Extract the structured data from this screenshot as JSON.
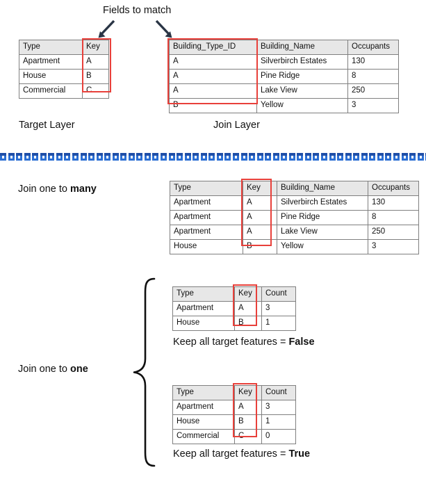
{
  "diagram": {
    "title_note": "Fields to match",
    "target_layer_label": "Target Layer",
    "join_layer_label": "Join Layer",
    "join_many_label_prefix": "Join one to ",
    "join_many_label_strong": "many",
    "join_one_label_prefix": "Join one to ",
    "join_one_label_strong": "one",
    "keep_false_prefix": "Keep all target features = ",
    "keep_false_strong": "False",
    "keep_true_prefix": "Keep all target features = ",
    "keep_true_strong": "True"
  },
  "colors": {
    "highlight": "#e8403a",
    "header_fill": "#e7e7e7",
    "border": "#7f7f7f",
    "arrow": "#2a3545",
    "divider_dark": "#1f4fa8",
    "divider_light": "#2b6fd4"
  },
  "icons": {
    "arrow_left": "arrow-down-left-icon",
    "arrow_right": "arrow-down-right-icon",
    "brace": "curly-brace-icon",
    "divider": "decorative-divider-icon"
  },
  "target_table": {
    "name": "Target Layer",
    "headers": [
      "Type",
      "Key"
    ],
    "rows": [
      [
        "Apartment",
        "A"
      ],
      [
        "House",
        "B"
      ],
      [
        "Commercial",
        "C"
      ]
    ],
    "highlight_column": "Key"
  },
  "join_table": {
    "name": "Join Layer",
    "headers": [
      "Building_Type_ID",
      "Building_Name",
      "Occupants"
    ],
    "rows": [
      [
        "A",
        "Silverbirch Estates",
        "130"
      ],
      [
        "A",
        "Pine Ridge",
        "8"
      ],
      [
        "A",
        "Lake View",
        "250"
      ],
      [
        "B",
        "Yellow",
        "3"
      ]
    ],
    "highlight_column": "Building_Type_ID"
  },
  "one_to_many_table": {
    "headers": [
      "Type",
      "Key",
      "Building_Name",
      "Occupants"
    ],
    "rows": [
      [
        "Apartment",
        "A",
        "Silverbirch Estates",
        "130"
      ],
      [
        "Apartment",
        "A",
        "Pine Ridge",
        "8"
      ],
      [
        "Apartment",
        "A",
        "Lake View",
        "250"
      ],
      [
        "House",
        "B",
        "Yellow",
        "3"
      ]
    ],
    "highlight_column": "Key"
  },
  "one_to_one_false_table": {
    "headers": [
      "Type",
      "Key",
      "Count"
    ],
    "rows": [
      [
        "Apartment",
        "A",
        "3"
      ],
      [
        "House",
        "B",
        "1"
      ]
    ],
    "highlight_column": "Key"
  },
  "one_to_one_true_table": {
    "headers": [
      "Type",
      "Key",
      "Count"
    ],
    "rows": [
      [
        "Apartment",
        "A",
        "3"
      ],
      [
        "House",
        "B",
        "1"
      ],
      [
        "Commercial",
        "C",
        "0"
      ]
    ],
    "highlight_column": "Key"
  }
}
